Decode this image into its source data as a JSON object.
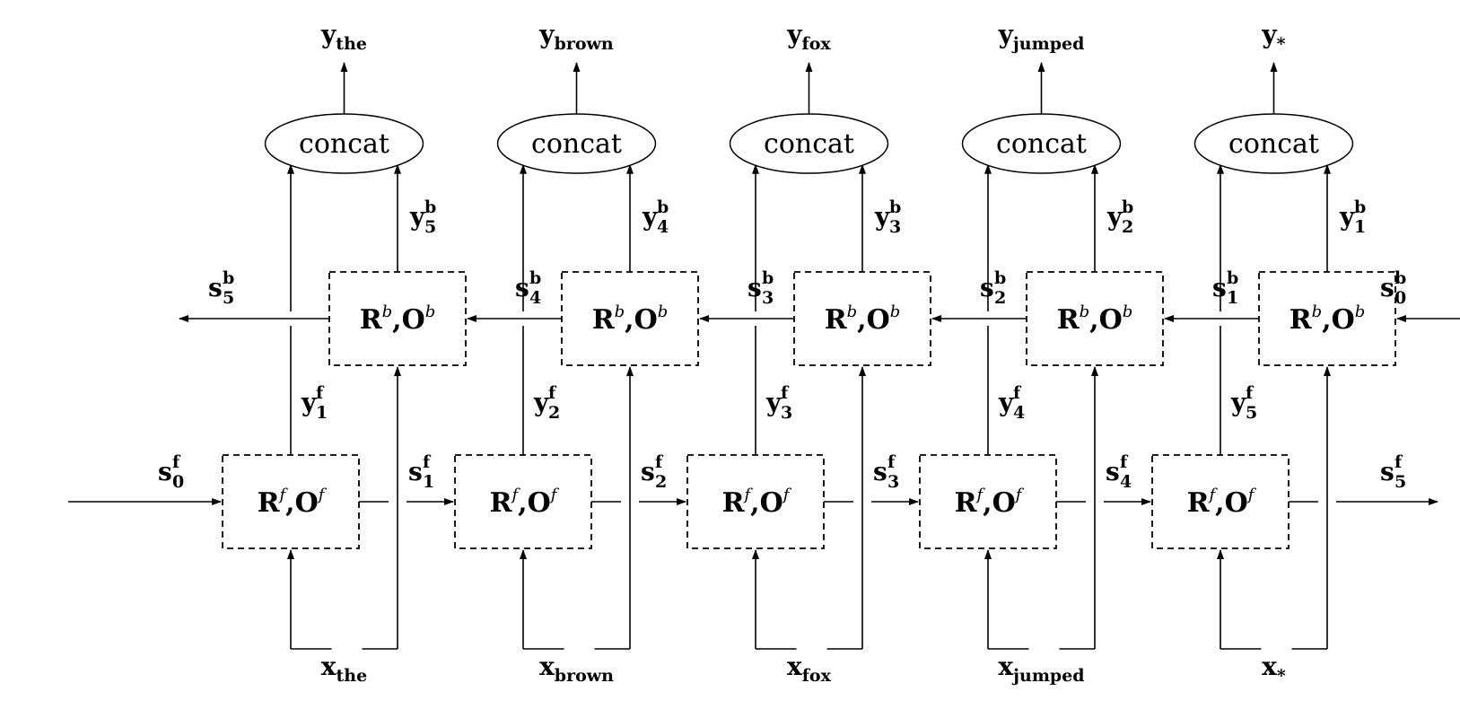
{
  "cells": [
    {
      "y_out": "the",
      "x_in": "the",
      "yb": "5",
      "yf": "1",
      "sb": "5",
      "sf": "0"
    },
    {
      "y_out": "brown",
      "x_in": "brown",
      "yb": "4",
      "yf": "2",
      "sb": "4",
      "sf": "1"
    },
    {
      "y_out": "fox",
      "x_in": "fox",
      "yb": "3",
      "yf": "3",
      "sb": "3",
      "sf": "2"
    },
    {
      "y_out": "jumped",
      "x_in": "jumped",
      "yb": "2",
      "yf": "4",
      "sb": "2",
      "sf": "3"
    },
    {
      "y_out": "*",
      "x_in": "*",
      "yb": "1",
      "yf": "5",
      "sb": "1",
      "sf": "4"
    }
  ],
  "concat_label": "concat",
  "backward_cell": {
    "r": "R",
    "o": "O",
    "sup": "b"
  },
  "forward_cell": {
    "r": "R",
    "o": "O",
    "sup": "f"
  },
  "symbols": {
    "y": "y",
    "x": "x",
    "s": "s",
    "b": "b",
    "f": "f",
    "comma": ","
  },
  "edge_states": {
    "sb_last": "0",
    "sf_last": "5"
  }
}
